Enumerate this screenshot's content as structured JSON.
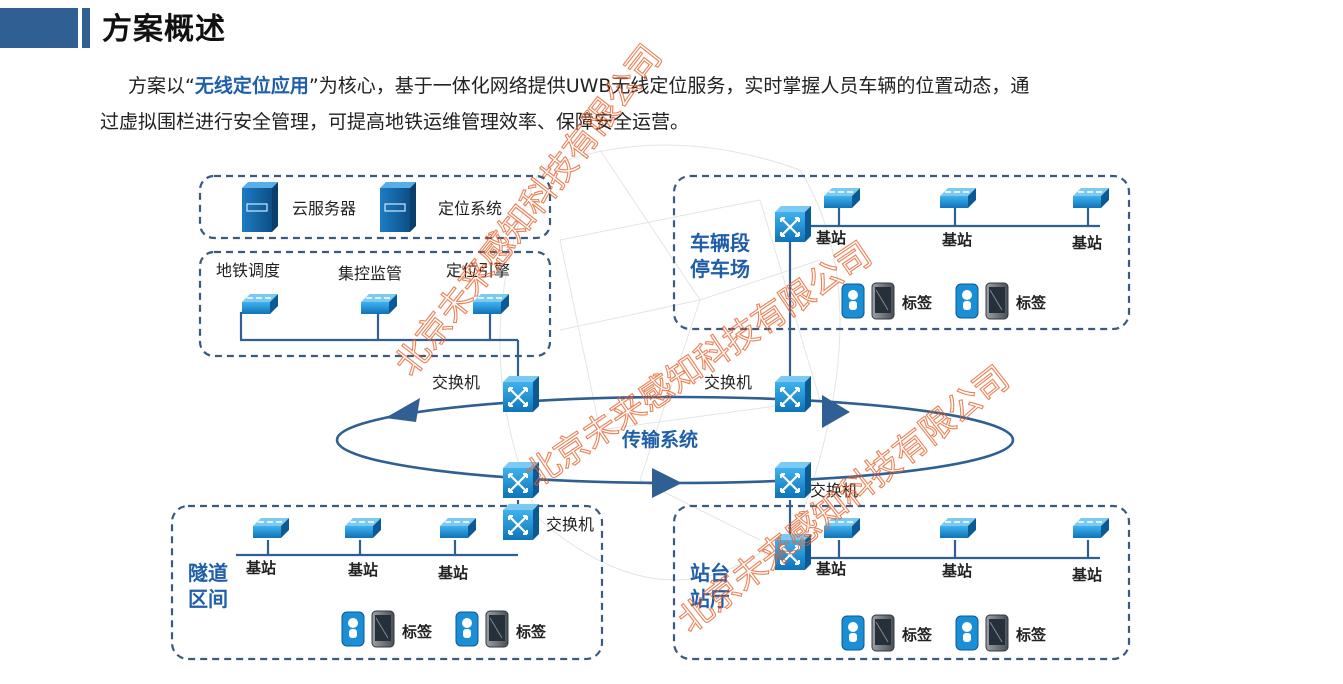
{
  "header": {
    "title": "方案概述"
  },
  "intro": {
    "prefix": "方案以“",
    "highlight": "无线定位应用",
    "suffix": "”为核心，基于一体化网络提供UWB无线定位服务，实时掌握人员车辆的位置动态，通",
    "line2": "过虚拟围栏进行安全管理，可提高地铁运维管理效率、保障安全运营。"
  },
  "diagram": {
    "cloud_server": "云服务器",
    "positioning_system": "定位系统",
    "metro_dispatch": "地铁调度",
    "central_monitor": "集控监管",
    "positioning_engine": "定位引擎",
    "switch": "交换机",
    "transmission": "传输系统",
    "base_station": "基站",
    "tag": "标签",
    "zone_depot_1": "车辆段",
    "zone_depot_2": "停车场",
    "zone_tunnel_1": "隧道",
    "zone_tunnel_2": "区间",
    "zone_station_1": "站台",
    "zone_station_2": "站厅",
    "colors": {
      "accent": "#1f5ea8",
      "dash": "#3a5a7f",
      "device": "#1a8fd6",
      "watermark": "#e8622d"
    }
  },
  "watermark": "北京未来感知科技有限公司"
}
